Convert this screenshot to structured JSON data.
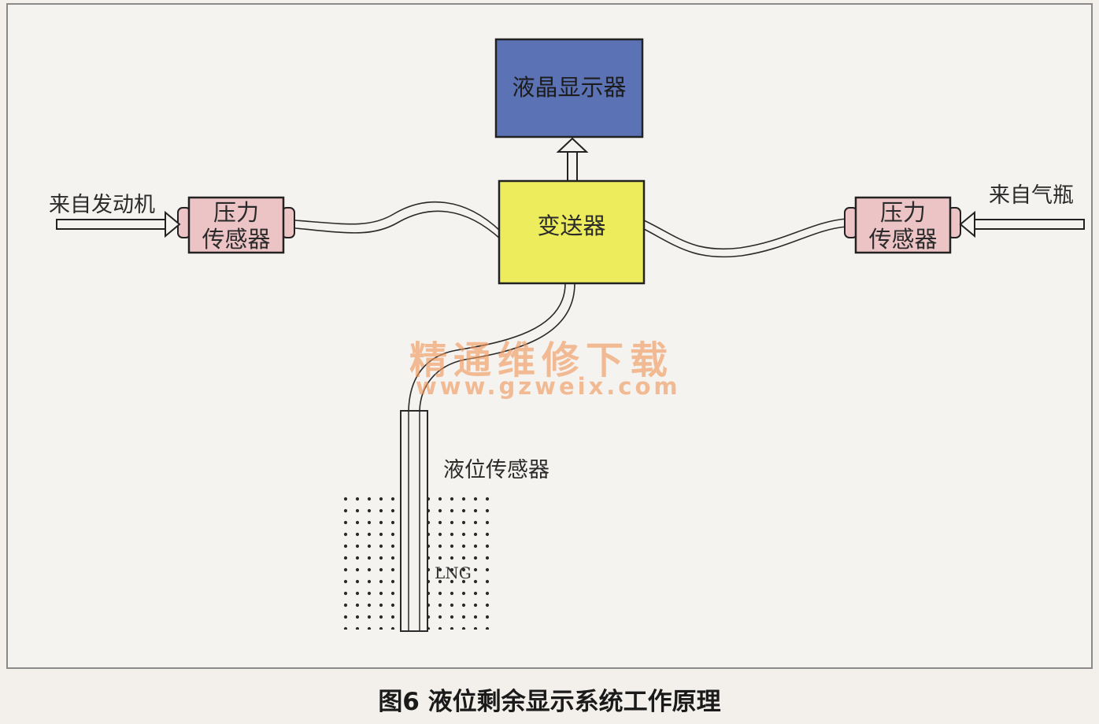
{
  "diagram": {
    "lcd": "液晶显示器",
    "transmitter": "变送器",
    "pressure_sensor_left": [
      "压力",
      "传感器"
    ],
    "pressure_sensor_right": [
      "压力",
      "传感器"
    ],
    "from_engine": "来自发动机",
    "from_cylinder": "来自气瓶",
    "level_sensor": "液位传感器",
    "lng": "LNG",
    "caption": "图6 液位剩余显示系统工作原理"
  },
  "watermark": {
    "title": "精通维修下载",
    "url": "www.gzweix.com"
  },
  "colors": {
    "lcd": "#5b72b4",
    "transmitter": "#ecec5c",
    "sensor": "#ecc4c6"
  }
}
